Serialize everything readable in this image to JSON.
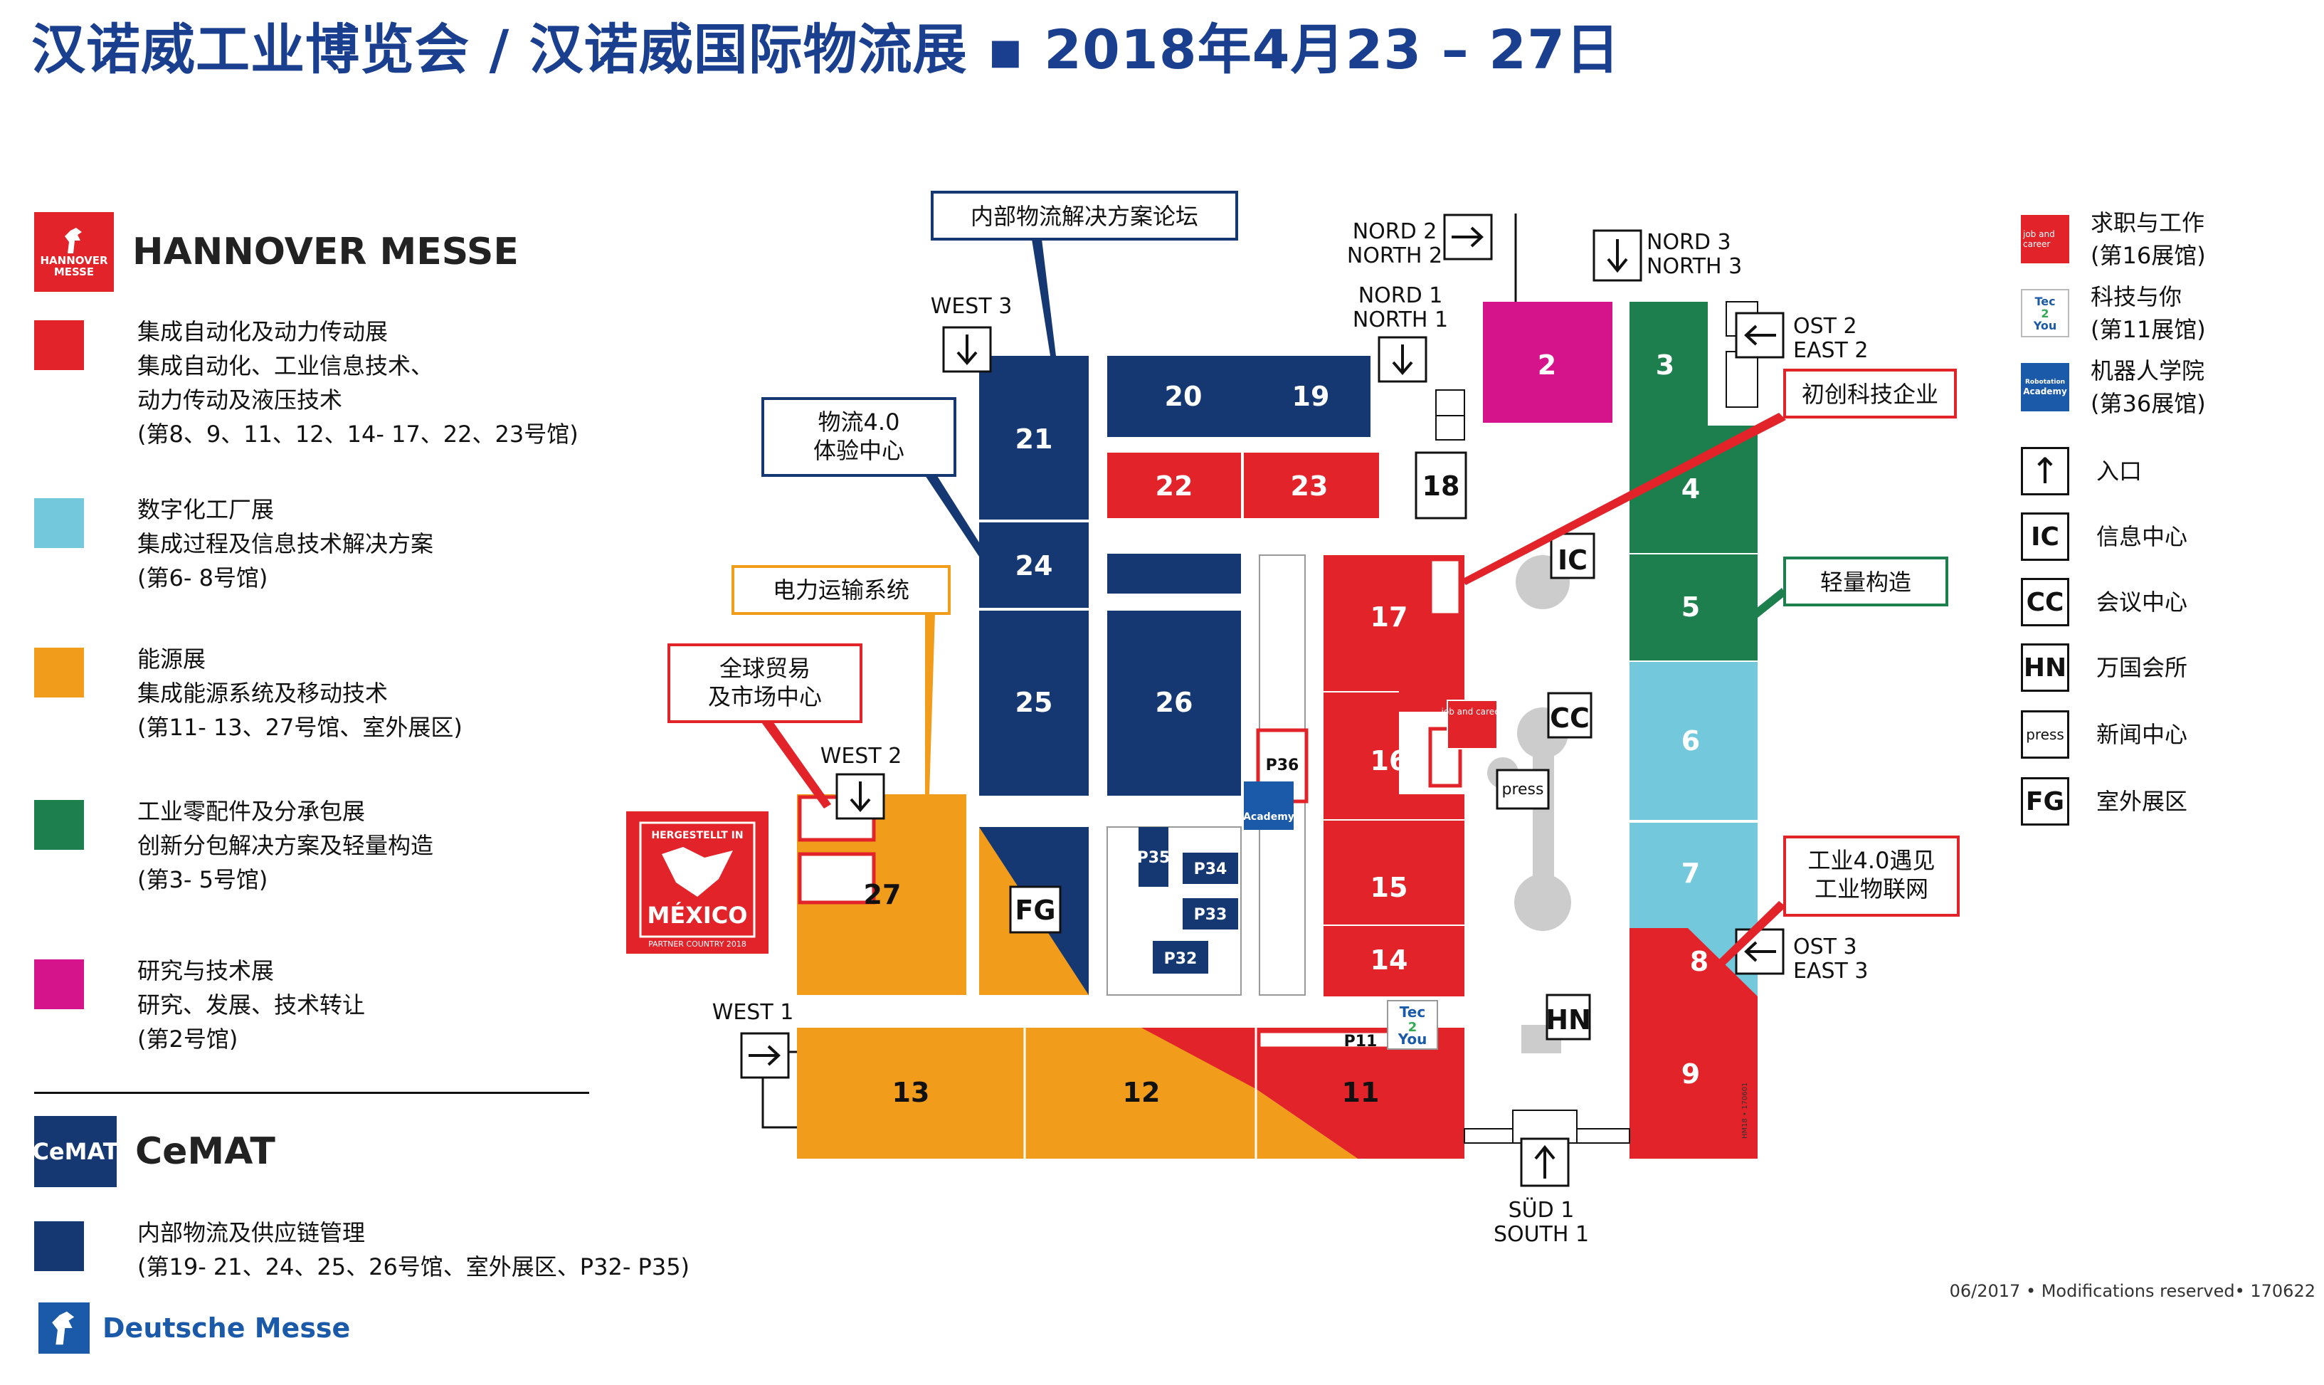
{
  "title": "汉诺威工业博览会 / 汉诺威国际物流展 ▪ 2018年4月23 – 27日",
  "hm_brand": {
    "logo_line1": "HANNOVER",
    "logo_line2": "MESSE",
    "name": "HANNOVER MESSE"
  },
  "cemat_brand": {
    "logo": "CeMAT",
    "name": "CeMAT"
  },
  "deutsche_messe": "Deutsche Messe",
  "footer": "06/2017 • Modifications reserved• 170622",
  "colors": {
    "red": "#e2232a",
    "cyan": "#74c8dc",
    "orange": "#f19c1b",
    "green": "#1d7f4e",
    "magenta": "#d5148c",
    "navy": "#163872",
    "title_blue": "#1a3f8f"
  },
  "legend": [
    {
      "color": "#e2232a",
      "lines": [
        "集成自动化及动力传动展",
        "集成自动化、工业信息技术、",
        "动力传动及液压技术",
        "(第8、9、11、12、14- 17、22、23号馆)"
      ]
    },
    {
      "color": "#74c8dc",
      "lines": [
        "数字化工厂展",
        "集成过程及信息技术解决方案",
        "(第6- 8号馆)"
      ]
    },
    {
      "color": "#f19c1b",
      "lines": [
        "能源展",
        "集成能源系统及移动技术",
        "(第11- 13、27号馆、室外展区)"
      ]
    },
    {
      "color": "#1d7f4e",
      "lines": [
        "工业零配件及分承包展",
        "创新分包解决方案及轻量构造",
        "(第3- 5号馆)"
      ]
    },
    {
      "color": "#d5148c",
      "lines": [
        "研究与技术展",
        "研究、发展、技术转让",
        "(第2号馆)"
      ]
    }
  ],
  "cemat_legend": {
    "color": "#163872",
    "lines": [
      "内部物流及供应链管理",
      "(第19- 21、24、25、26号馆、室外展区、P32- P35)"
    ]
  },
  "right_legend": {
    "special": [
      {
        "icon": "job-and-career-icon",
        "lines": [
          "求职与工作",
          "(第16展馆)"
        ]
      },
      {
        "icon": "tec2you-icon",
        "lines": [
          "科技与你",
          "(第11展馆)"
        ]
      },
      {
        "icon": "robotation-academy-icon",
        "lines": [
          "机器人学院",
          "(第36展馆)"
        ]
      }
    ],
    "keys": [
      {
        "icon": "entrance-arrow-icon",
        "code": "↑",
        "label": "入口"
      },
      {
        "icon": "info-center-icon",
        "code": "IC",
        "label": "信息中心"
      },
      {
        "icon": "convention-center-icon",
        "code": "CC",
        "label": "会议中心"
      },
      {
        "icon": "hermes-house-icon",
        "code": "HN",
        "label": "万国会所"
      },
      {
        "icon": "press-center-icon",
        "code": "press",
        "label": "新闻中心"
      },
      {
        "icon": "open-air-icon",
        "code": "FG",
        "label": "室外展区"
      }
    ],
    "icon_text": {
      "job": "job and career",
      "tec_a": "Tec",
      "tec_b": "2",
      "tec_c": "You",
      "academy_a": "Robotation",
      "academy_b": "Academy"
    }
  },
  "halls": {
    "h2": "2",
    "h3": "3",
    "h4": "4",
    "h5": "5",
    "h6": "6",
    "h7": "7",
    "h8": "8",
    "h9": "9",
    "h11": "11",
    "h12": "12",
    "h13": "13",
    "h14": "14",
    "h15": "15",
    "h16": "16",
    "h17": "17",
    "h18": "18",
    "h19": "19",
    "h20": "20",
    "h21": "21",
    "h22": "22",
    "h23": "23",
    "h24": "24",
    "h25": "25",
    "h26": "26",
    "h27": "27",
    "fg": "FG",
    "p11": "P11",
    "p32": "P32",
    "p33": "P33",
    "p34": "P34",
    "p35": "P35",
    "p36": "P36",
    "ic": "IC",
    "cc": "CC",
    "press": "press",
    "hn": "HN"
  },
  "entrances": {
    "west3": "WEST 3",
    "west2": "WEST 2",
    "west1": "WEST 1",
    "nord2a": "NORD 2",
    "nord2b": "NORTH 2",
    "nord1a": "NORD 1",
    "nord1b": "NORTH 1",
    "nord3a": "NORD 3",
    "nord3b": "NORTH 3",
    "ost2a": "OST 2",
    "ost2b": "EAST 2",
    "ost3a": "OST 3",
    "ost3b": "EAST 3",
    "sued1a": "SÜD 1",
    "sued1b": "SOUTH 1"
  },
  "callouts": {
    "intralogistics_forum": "内部物流解决方案论坛",
    "logistics40_a": "物流4.0",
    "logistics40_b": "体验中心",
    "power_transmission": "电力运输系统",
    "global_trade_a": "全球贸易",
    "global_trade_b": "及市场中心",
    "startups": "初创科技企业",
    "lightweight": "轻量构造",
    "industry40_a": "工业4.0遇见",
    "industry40_b": "工业物联网"
  },
  "mexico": {
    "top": "HERGESTELLT IN",
    "name": "MÉXICO",
    "bottom": "PARTNER COUNTRY 2018"
  },
  "small_code": "HM18 • 170601"
}
